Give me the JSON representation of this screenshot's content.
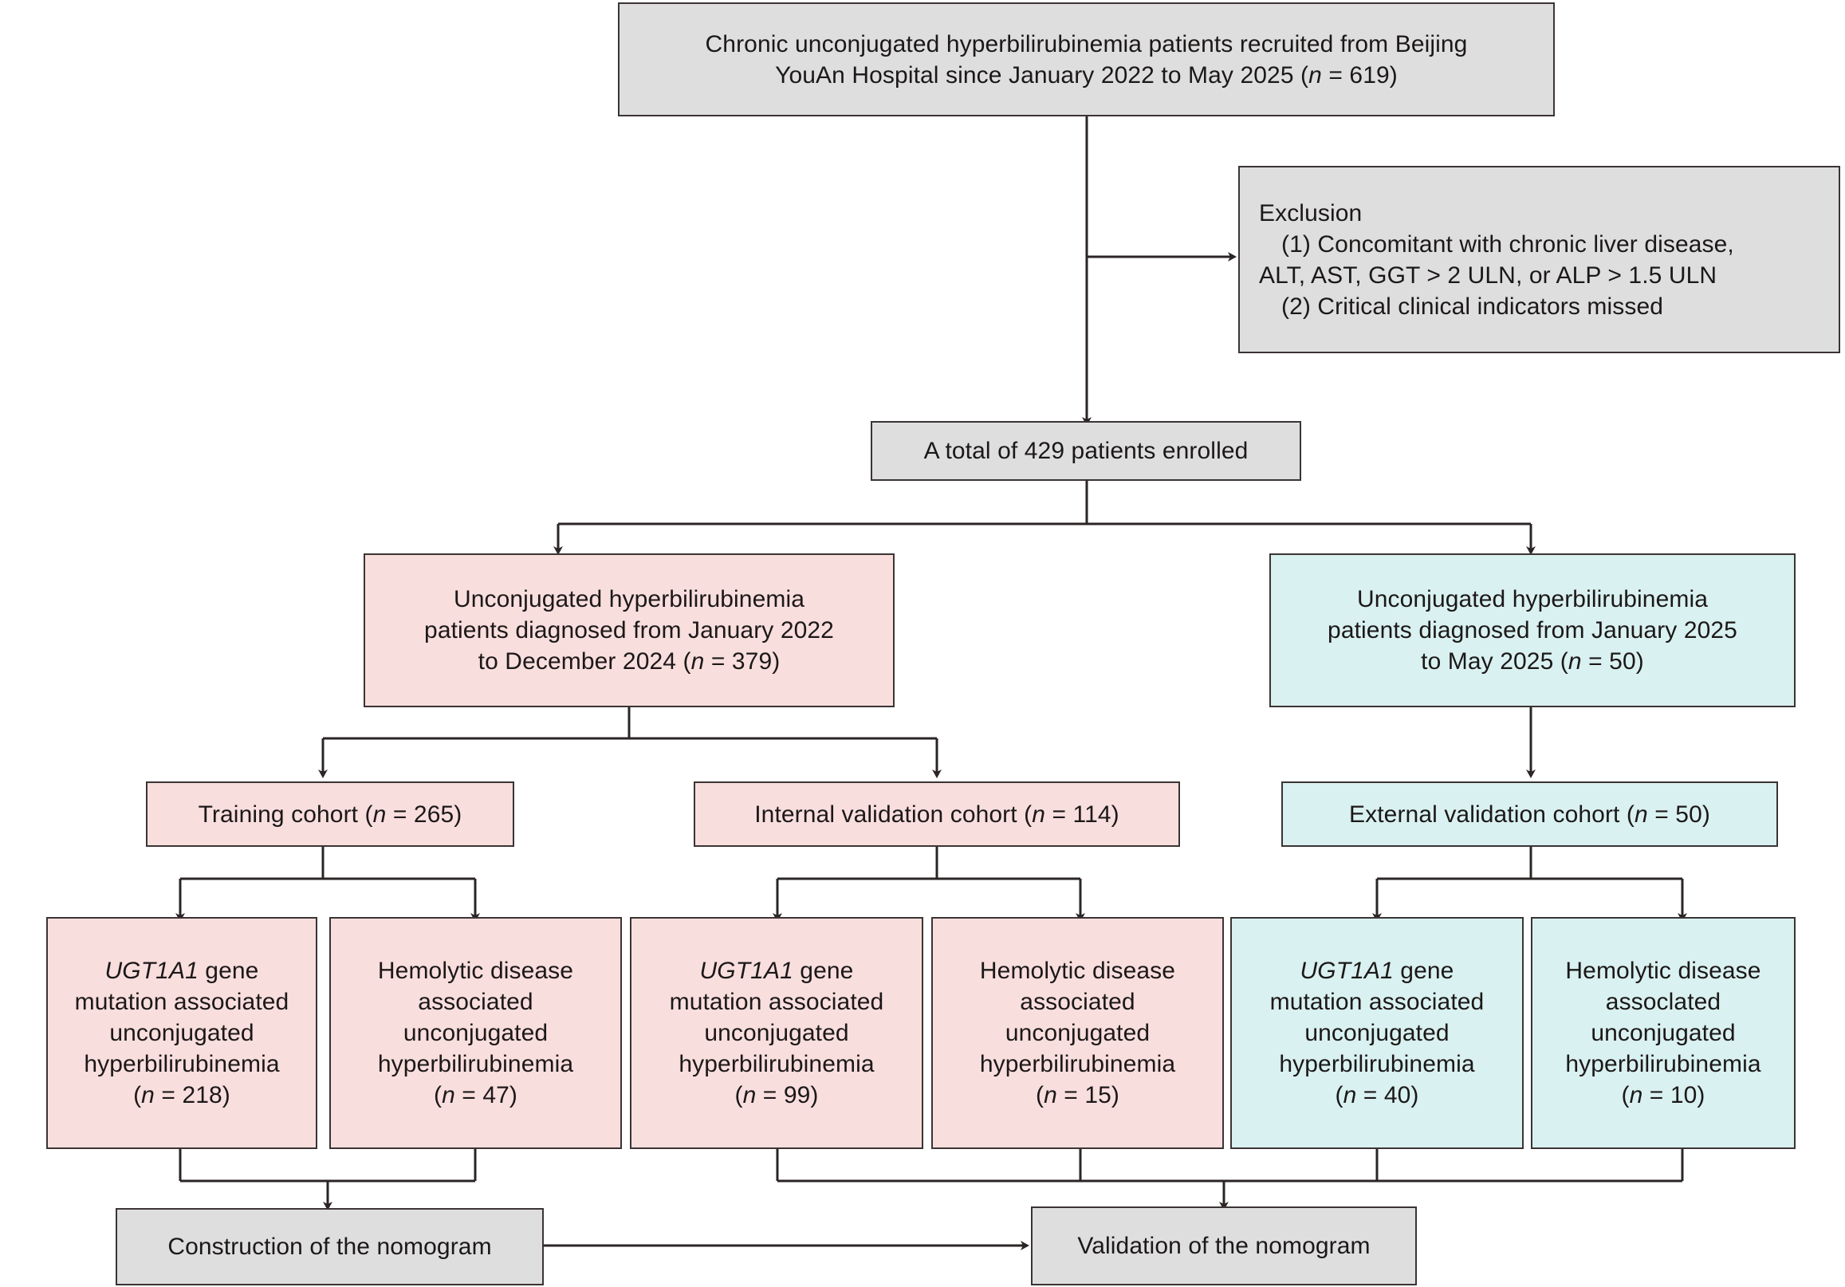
{
  "diagram": {
    "type": "flowchart",
    "title": "Patient enrollment and cohort allocation flow diagram",
    "colors": {
      "gray_fill": "#dedede",
      "pink_fill": "#f8dedd",
      "cyan_fill": "#d9f1f0",
      "border": "#3b3434",
      "text": "#1c1818"
    }
  },
  "nodes": {
    "recruited": {
      "line1": "Chronic unconjugated hyperbilirubinemia patients recruited from Beijing",
      "line2_a": "YouAn Hospital since January 2022 to May 2025 (",
      "line2_n": "n",
      "line2_b": " = 619)"
    },
    "exclusion": {
      "heading": "Exclusion",
      "item1_line1": "(1) Concomitant with chronic liver disease,",
      "item1_line2": "ALT, AST, GGT > 2 ULN, or ALP > 1.5 ULN",
      "item2": "(2) Critical clinical indicators missed"
    },
    "enrolled": {
      "text": "A total of 429 patients enrolled"
    },
    "derivation_cohort": {
      "line1": "Unconjugated hyperbilirubinemia",
      "line2": "patients diagnosed from January 2022",
      "line3_a": "to December 2024 (",
      "line3_n": "n",
      "line3_b": " = 379)"
    },
    "external_cohort": {
      "line1": "Unconjugated hyperbilirubinemia",
      "line2": "patients diagnosed from January 2025",
      "line3_a": "to May 2025 (",
      "line3_n": "n",
      "line3_b": " = 50)"
    },
    "training_cohort": {
      "text_a": "Training cohort (",
      "text_n": "n",
      "text_b": " = 265)"
    },
    "internal_validation_cohort": {
      "text_a": "Internal validation cohort (",
      "text_n": "n",
      "text_b": " = 114)"
    },
    "external_validation_cohort": {
      "text_a": "External validation cohort (",
      "text_n": "n",
      "text_b": " = 50)"
    },
    "training_ugt1a1": {
      "gene": "UGT1A1",
      "line1_rest": " gene",
      "line2": "mutation associated",
      "line3": "unconjugated",
      "line4": "hyperbilirubinemia",
      "line5_a": "(",
      "line5_n": "n",
      "line5_b": " = 218)"
    },
    "training_hemolytic": {
      "line1": "Hemolytic disease",
      "line2": "associated",
      "line3": "unconjugated",
      "line4": "hyperbilirubinemia",
      "line5_a": "(",
      "line5_n": "n",
      "line5_b": " = 47)"
    },
    "internal_ugt1a1": {
      "gene": "UGT1A1",
      "line1_rest": " gene",
      "line2": "mutation associated",
      "line3": "unconjugated",
      "line4": "hyperbilirubinemia",
      "line5_a": "(",
      "line5_n": "n",
      "line5_b": " = 99)"
    },
    "internal_hemolytic": {
      "line1": "Hemolytic disease",
      "line2": "associated",
      "line3": "unconjugated",
      "line4": "hyperbilirubinemia",
      "line5_a": "(",
      "line5_n": "n",
      "line5_b": " = 15)"
    },
    "external_ugt1a1": {
      "gene": "UGT1A1",
      "line1_rest": " gene",
      "line2": "mutation associated",
      "line3": "unconjugated",
      "line4": "hyperbilirubinemia",
      "line5_a": "(",
      "line5_n": "n",
      "line5_b": " = 40)"
    },
    "external_hemolytic": {
      "line1": "Hemolytic disease",
      "line2": "assoclated",
      "line3": "unconjugated",
      "line4": "hyperbilirubinemia",
      "line5_a": "(",
      "line5_n": "n",
      "line5_b": " = 10)"
    },
    "construction": {
      "text": "Construction of the nomogram"
    },
    "validation": {
      "text": "Validation of the nomogram"
    }
  },
  "counts": {
    "recruited": 619,
    "enrolled": 429,
    "derivation": 379,
    "external": 50,
    "training": 265,
    "internal_validation": 114,
    "external_validation": 50,
    "training_ugt1a1": 218,
    "training_hemolytic": 47,
    "internal_ugt1a1": 99,
    "internal_hemolytic": 15,
    "external_ugt1a1": 40,
    "external_hemolytic": 10
  }
}
